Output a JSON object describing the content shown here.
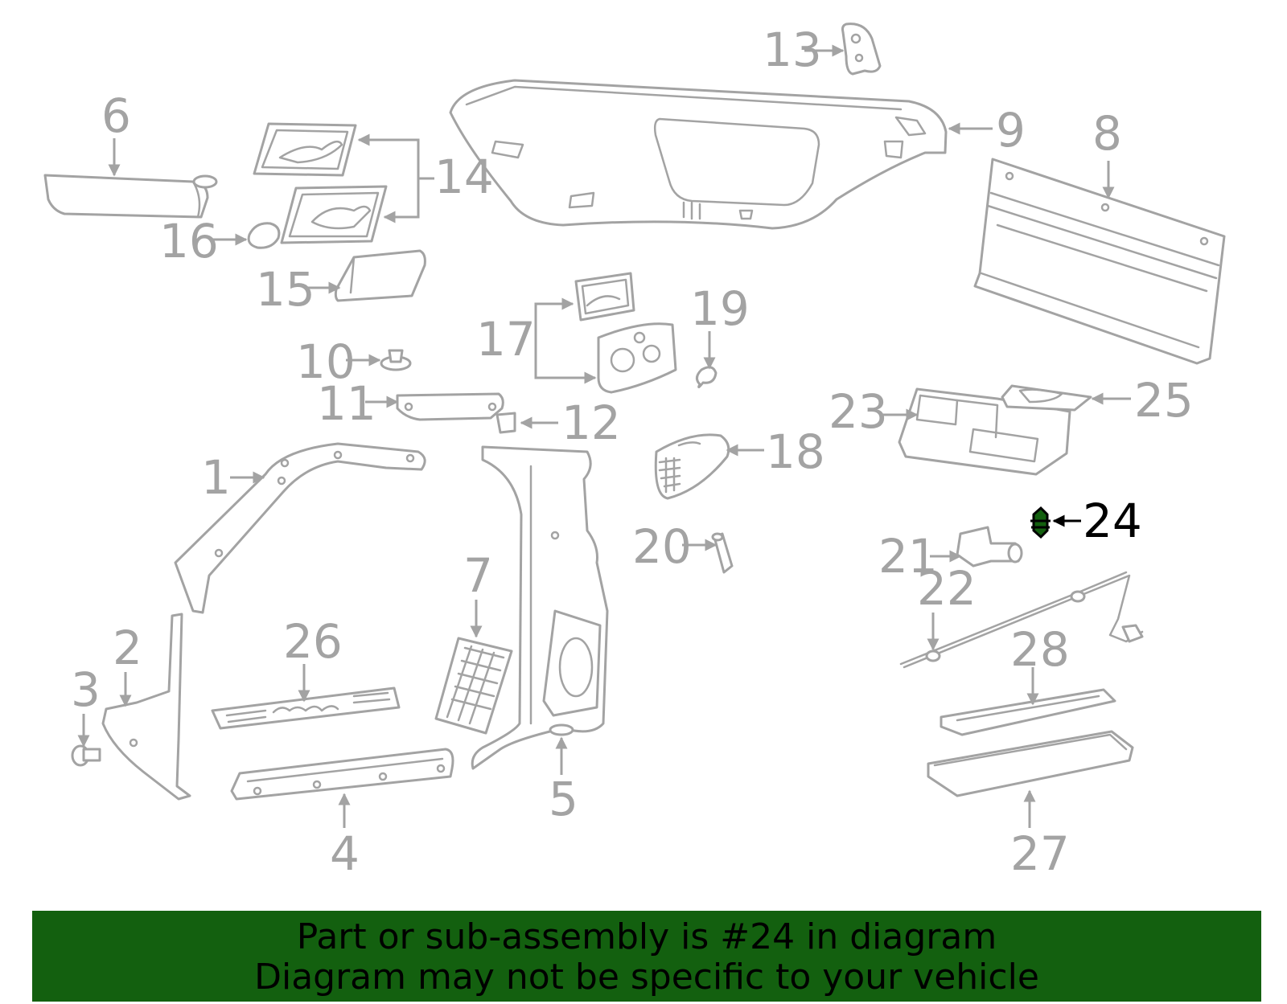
{
  "callouts": [
    "1",
    "2",
    "3",
    "4",
    "5",
    "6",
    "7",
    "8",
    "9",
    "10",
    "11",
    "12",
    "13",
    "14",
    "15",
    "16",
    "17",
    "18",
    "19",
    "20",
    "21",
    "22",
    "23",
    "24",
    "25",
    "26",
    "27",
    "28"
  ],
  "highlighted_part": "24",
  "colors": {
    "parts": "#a3a3a3",
    "highlight_fill": "#13600f",
    "highlight_text": "#000000",
    "banner_bg": "#13600f"
  },
  "banner": {
    "line1": "Part or sub-assembly is #24 in diagram",
    "line2": "Diagram may not be specific to your vehicle"
  }
}
